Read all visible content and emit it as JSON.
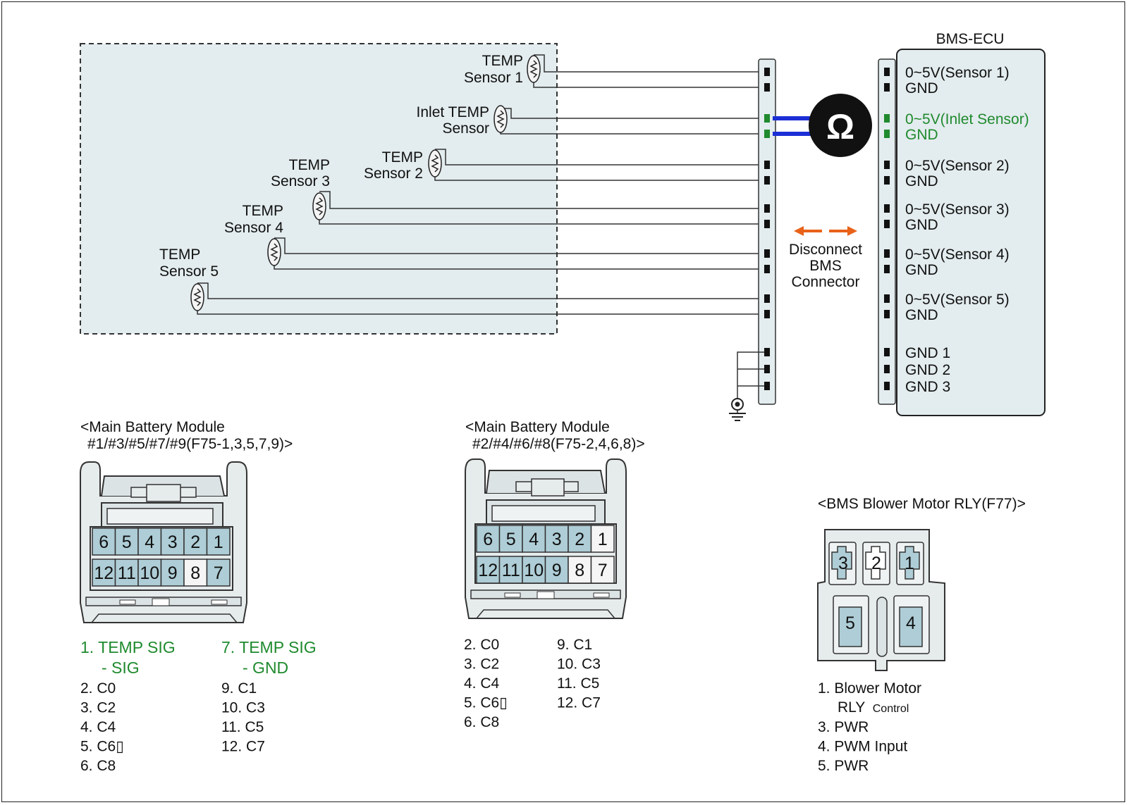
{
  "colors": {
    "accent_green": "#1f8a2e",
    "measure_wire": "#1c2fd6",
    "arrow_orange": "#e8621a",
    "sensor_area_fill": "#e3ecee",
    "pin_fill": "#aecdd6",
    "ecu_fill": "#e3ecee"
  },
  "wiring": {
    "sensors": [
      {
        "line1": "TEMP",
        "line2": "Sensor 1"
      },
      {
        "line1": "Inlet TEMP",
        "line2": "Sensor"
      },
      {
        "line1": "TEMP",
        "line2": "Sensor 2"
      },
      {
        "line1": "TEMP",
        "line2": "Sensor 3"
      },
      {
        "line1": "TEMP",
        "line2": "Sensor 4"
      },
      {
        "line1": "TEMP",
        "line2": "Sensor 5"
      }
    ],
    "ohm_symbol": "Ω",
    "disconnect_label": [
      "Disconnect",
      "BMS",
      "Connector"
    ],
    "ecu": {
      "title": "BMS-ECU",
      "pins": [
        "0~5V(Sensor 1)",
        "GND",
        "0~5V(Inlet Sensor)",
        "GND",
        "0~5V(Sensor 2)",
        "GND",
        "0~5V(Sensor 3)",
        "GND",
        "0~5V(Sensor 4)",
        "GND",
        "0~5V(Sensor 5)",
        "GND",
        "GND 1",
        "GND 2",
        "GND 3"
      ],
      "highlighted": [
        2,
        3
      ]
    }
  },
  "connectors": {
    "odd_module": {
      "title_line1": "<Main Battery Module",
      "title_line2": "#1/#3/#5/#7/#9(F75-1,3,5,7,9)>",
      "top_row": [
        "6",
        "5",
        "4",
        "3",
        "2",
        "1"
      ],
      "bottom_row": [
        "12",
        "11",
        "10",
        "9",
        "8",
        "7"
      ],
      "legend_left": [
        "2. C0",
        "3. C2",
        "4. C4",
        "5. C6▯",
        "6. C8"
      ],
      "legend_right": [
        "9. C1",
        "10. C3",
        "11. C5",
        "12. C7"
      ],
      "highlight_left": [
        "1. TEMP SIG",
        "- SIG"
      ],
      "highlight_right": [
        "7. TEMP SIG",
        "- GND"
      ]
    },
    "even_module": {
      "title_line1": "<Main Battery Module",
      "title_line2": "#2/#4/#6/#8(F75-2,4,6,8)>",
      "top_row": [
        "6",
        "5",
        "4",
        "3",
        "2",
        "1"
      ],
      "bottom_row": [
        "12",
        "11",
        "10",
        "9",
        "8",
        "7"
      ],
      "legend_left": [
        "2. C0",
        "3. C2",
        "4. C4",
        "5. C6▯",
        "6. C8"
      ],
      "legend_right": [
        "9. C1",
        "10. C3",
        "11. C5",
        "12. C7"
      ]
    },
    "blower_relay": {
      "title": "<BMS Blower Motor RLY(F77)>",
      "pins_top": [
        "3",
        "2",
        "1"
      ],
      "pins_bottom": [
        "5",
        "4"
      ],
      "legend_line1": "1. Blower Motor",
      "legend_line2_main": "RLY",
      "legend_line2_small": "Control",
      "legend_rest": [
        "3. PWR",
        "4. PWM Input",
        "5. PWR"
      ]
    }
  }
}
